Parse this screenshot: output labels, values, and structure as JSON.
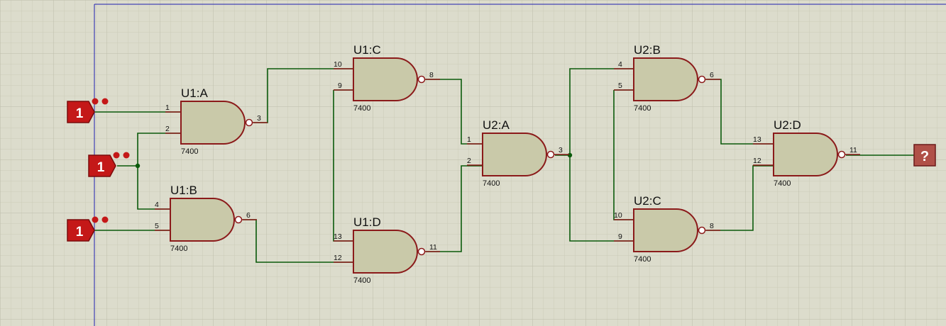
{
  "colors": {
    "background": "#dcdccc",
    "grid_minor": "#cbcbb9",
    "grid_major": "#bdbdaa",
    "border_line": "#2020b0",
    "gate_fill": "#c9c9a9",
    "gate_stroke": "#8b1a1a",
    "wire": "#0b5a0b",
    "logic_source": "#c41818",
    "logic_probe": "#b05048"
  },
  "sources": [
    {
      "id": "src1",
      "label": "1"
    },
    {
      "id": "src2",
      "label": "1"
    },
    {
      "id": "src3",
      "label": "1"
    }
  ],
  "probe": {
    "label": "?"
  },
  "gates": [
    {
      "id": "U1A",
      "name": "U1:A",
      "type": "7400",
      "in1": "1",
      "in2": "2",
      "out": "3"
    },
    {
      "id": "U1B",
      "name": "U1:B",
      "type": "7400",
      "in1": "4",
      "in2": "5",
      "out": "6"
    },
    {
      "id": "U1C",
      "name": "U1:C",
      "type": "7400",
      "in1": "10",
      "in2": "9",
      "out": "8"
    },
    {
      "id": "U1D",
      "name": "U1:D",
      "type": "7400",
      "in1": "13",
      "in2": "12",
      "out": "11"
    },
    {
      "id": "U2A",
      "name": "U2:A",
      "type": "7400",
      "in1": "1",
      "in2": "2",
      "out": "3"
    },
    {
      "id": "U2B",
      "name": "U2:B",
      "type": "7400",
      "in1": "4",
      "in2": "5",
      "out": "6"
    },
    {
      "id": "U2C",
      "name": "U2:C",
      "type": "7400",
      "in1": "10",
      "in2": "9",
      "out": "8"
    },
    {
      "id": "U2D",
      "name": "U2:D",
      "type": "7400",
      "in1": "13",
      "in2": "12",
      "out": "11"
    }
  ]
}
